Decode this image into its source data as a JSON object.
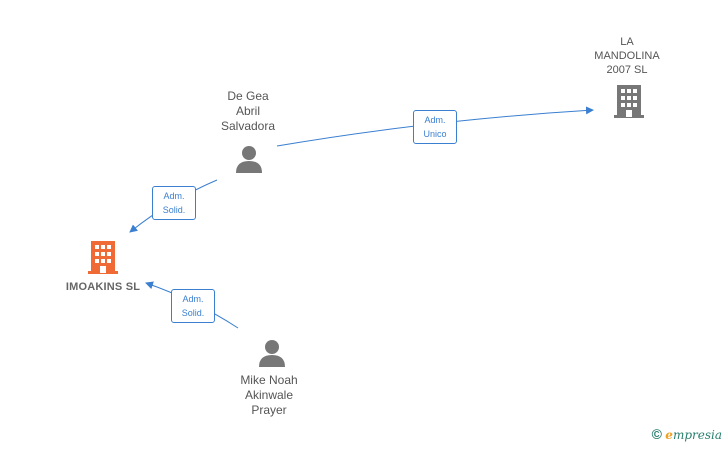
{
  "nodes": {
    "imoakins": {
      "label": "IMOAKINS  SL",
      "color": "#f06a35"
    },
    "mandolina": {
      "label": "LA\nMANDOLINA\n2007  SL",
      "color": "#777777"
    },
    "degea": {
      "label": "De Gea\nAbril\nSalvadora",
      "color": "#777777"
    },
    "mike": {
      "label": "Mike Noah\nAkinwale\nPrayer",
      "color": "#777777"
    }
  },
  "edges": {
    "degea_imoakins": {
      "label": "Adm.\nSolid."
    },
    "mike_imoakins": {
      "label": "Adm.\nSolid."
    },
    "degea_mandolina": {
      "label": "Adm.\nUnico"
    }
  },
  "colors": {
    "edge": "#3a7fd0"
  },
  "brand": {
    "copyright": "©",
    "first_letter": "e",
    "name_rest": "mpresia"
  }
}
